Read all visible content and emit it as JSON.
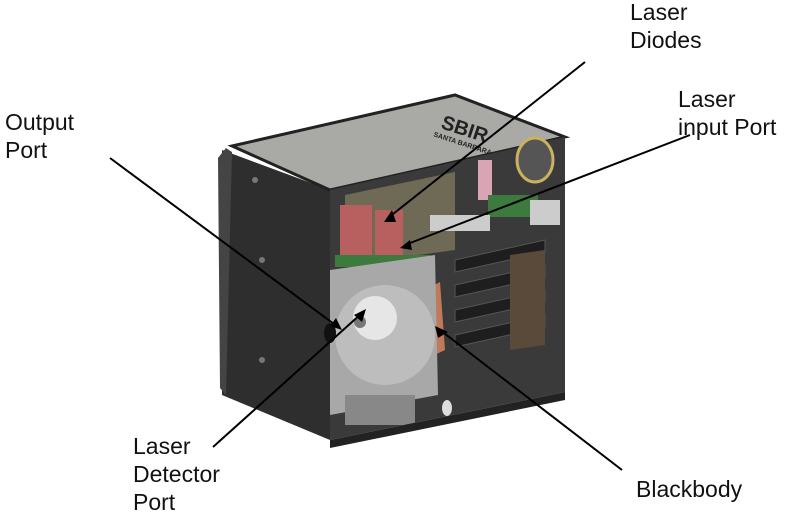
{
  "labels": {
    "laser_diodes": [
      "Laser",
      "Diodes"
    ],
    "laser_input_port": [
      "Laser",
      "input Port"
    ],
    "output_port": [
      "Output",
      "Port"
    ],
    "laser_detector_port": [
      "Laser",
      "Detector",
      "Port"
    ],
    "blackbody": [
      "Blackbody"
    ]
  },
  "logo": {
    "main": "SBIR",
    "sub": "SANTA BARBARA"
  }
}
